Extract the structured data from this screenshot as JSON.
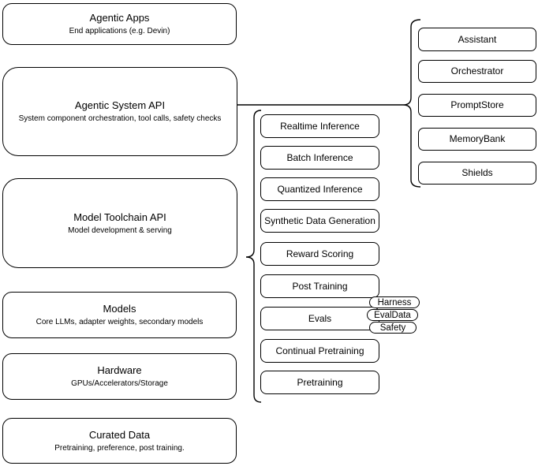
{
  "diagram": {
    "background": "#ffffff",
    "stroke_color": "#000000",
    "node_fill": "#ffffff"
  },
  "left_stack": [
    {
      "title": "Agentic Apps",
      "subtitle": "End applications (e.g. Devin)"
    },
    {
      "title": "Agentic System API",
      "subtitle": "System component orchestration, tool calls, safety checks"
    },
    {
      "title": "Model Toolchain API",
      "subtitle": "Model development & serving"
    },
    {
      "title": "Models",
      "subtitle": "Core LLMs, adapter weights, secondary models"
    },
    {
      "title": "Hardware",
      "subtitle": "GPUs/Accelerators/Storage"
    },
    {
      "title": "Curated Data",
      "subtitle": "Pretraining, preference, post training."
    }
  ],
  "toolchain_group": {
    "items": [
      "Realtime Inference",
      "Batch Inference",
      "Quantized Inference",
      "Synthetic Data Generation",
      "Reward Scoring",
      "Post Training",
      "Evals",
      "Continual Pretraining",
      "Pretraining"
    ],
    "evals_tags": [
      "Harness",
      "EvalData",
      "Safety"
    ]
  },
  "system_group": {
    "items": [
      "Assistant",
      "Orchestrator",
      "PromptStore",
      "MemoryBank",
      "Shields"
    ]
  }
}
